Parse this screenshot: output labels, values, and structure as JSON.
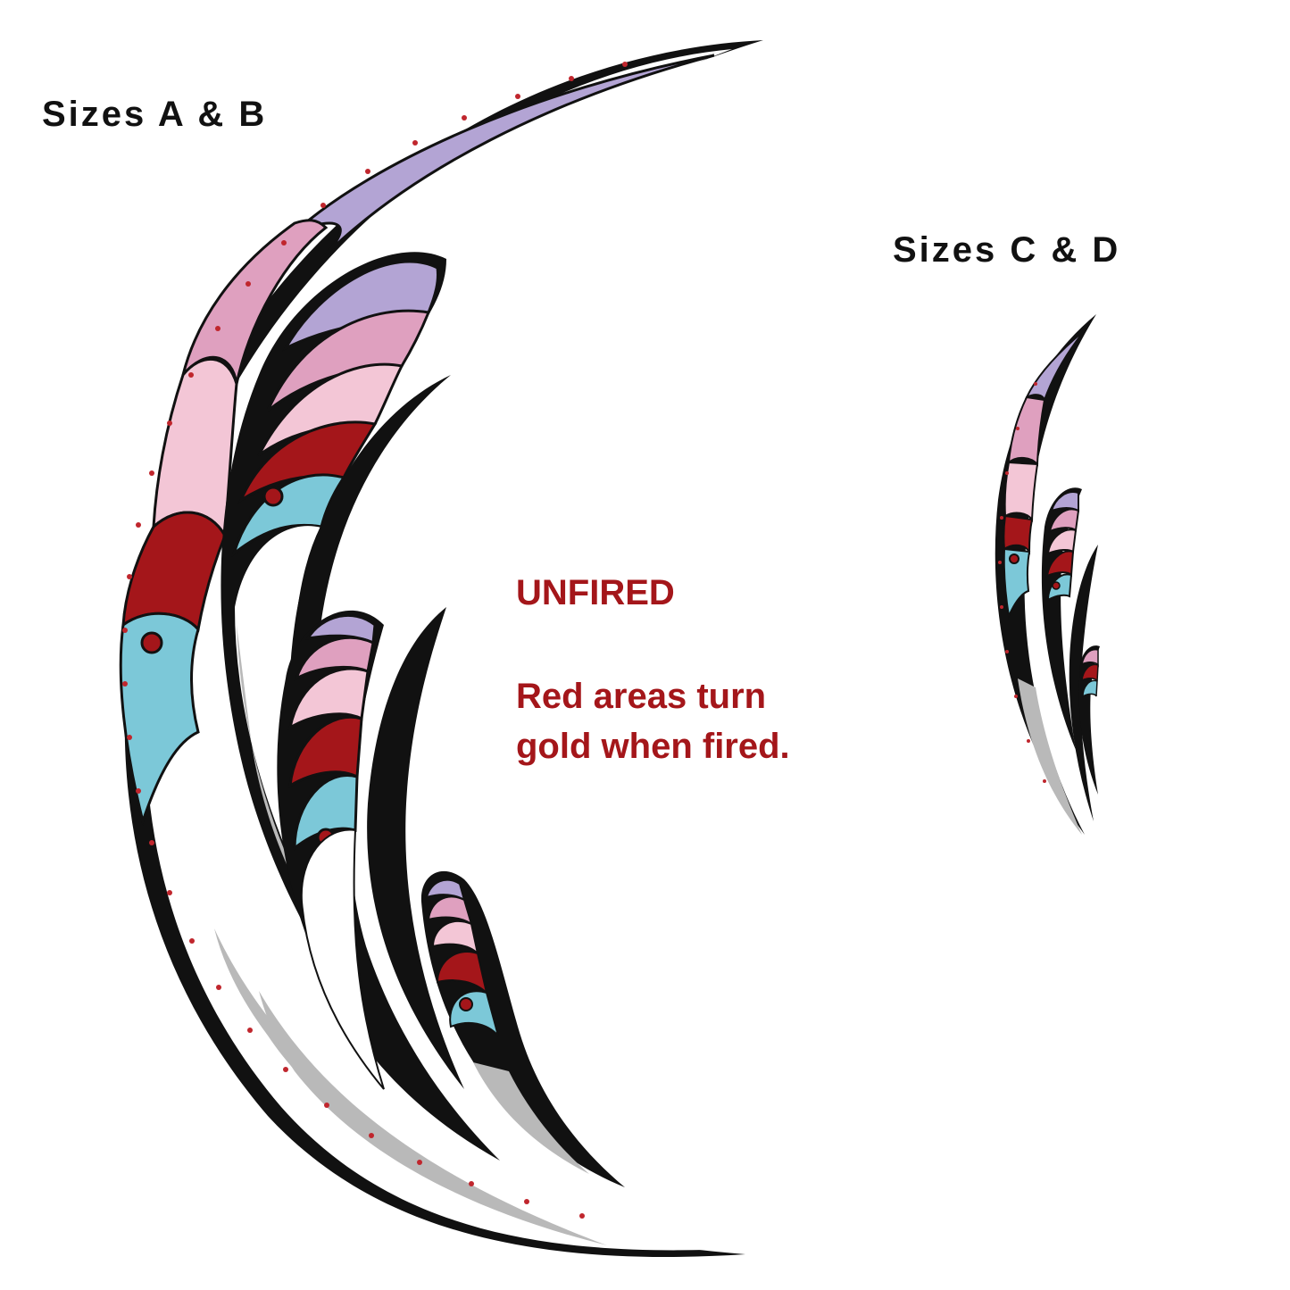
{
  "labels": {
    "sizes_ab": "Sizes A & B",
    "sizes_cd": "Sizes C & D",
    "status": "UNFIRED",
    "note_line1": "Red areas turn",
    "note_line2": "gold when fired."
  },
  "colors": {
    "outline": "#111111",
    "lavender": "#b3a4d4",
    "pink": "#dfa0bf",
    "light_pink": "#f3c6d6",
    "red": "#a4161a",
    "cyan": "#7cc8d8",
    "gray": "#b9b9b9",
    "dots": "#c0262d"
  }
}
